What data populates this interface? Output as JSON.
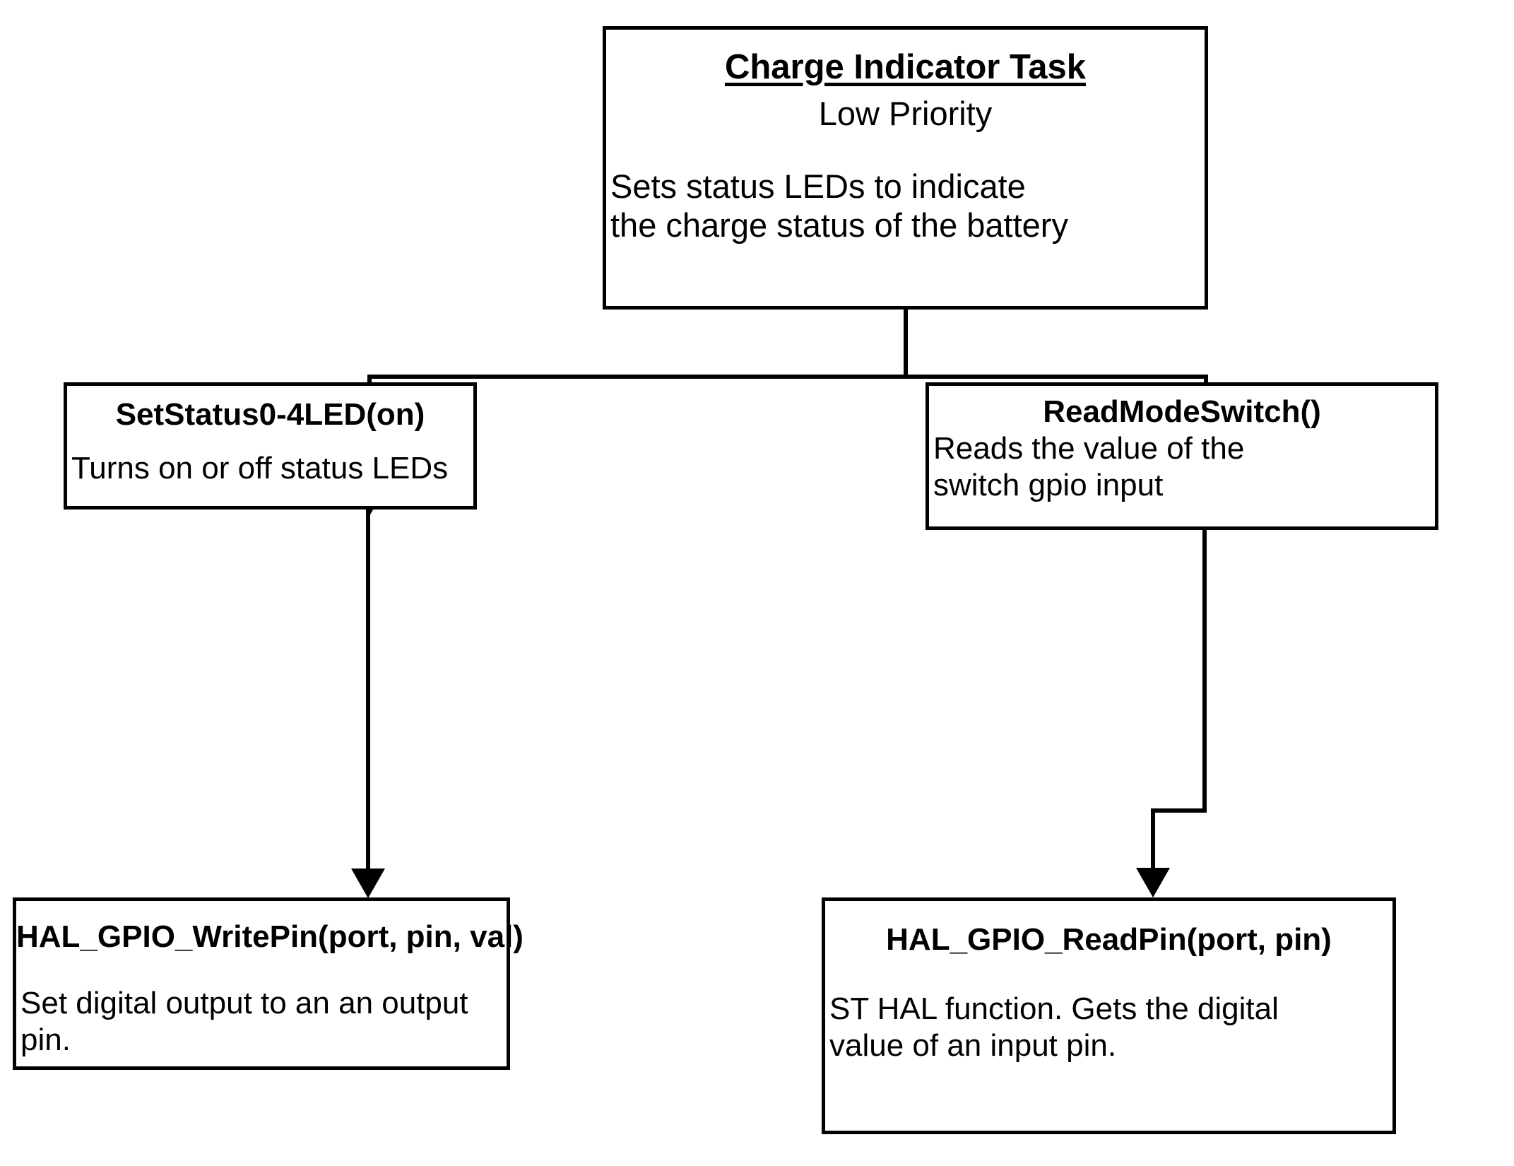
{
  "diagram": {
    "title": "Charge Indicator Task call hierarchy",
    "background_color": "#ffffff",
    "line_color": "#000000",
    "nodes": {
      "task": {
        "title": "Charge Indicator Task",
        "subtitle": "Low Priority",
        "body": "Sets status LEDs to indicate\nthe charge status of the battery"
      },
      "set_led": {
        "title": "SetStatus0-4LED(on)",
        "body": "Turns on or off status LEDs"
      },
      "read_switch": {
        "title": "ReadModeSwitch()",
        "body": "Reads the value of the\nswitch gpio input"
      },
      "write_pin": {
        "title": "HAL_GPIO_WritePin(port, pin, val)",
        "body": "Set digital output to an an output pin."
      },
      "read_pin": {
        "title": "HAL_GPIO_ReadPin(port, pin)",
        "body": "ST HAL function. Gets the digital\nvalue of an input pin."
      }
    },
    "edges": [
      {
        "from": "task",
        "to": "set_led"
      },
      {
        "from": "task",
        "to": "read_switch"
      },
      {
        "from": "set_led",
        "to": "write_pin"
      },
      {
        "from": "read_switch",
        "to": "read_pin"
      }
    ]
  }
}
